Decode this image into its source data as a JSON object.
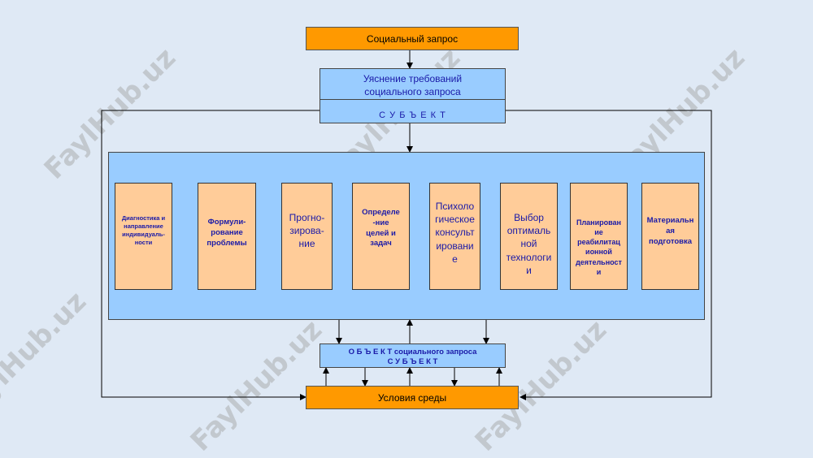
{
  "diagram": {
    "social_request": "Социальный запрос",
    "clarify_line1": "Уяснение требований",
    "clarify_line2": "социального запроса",
    "subject": "С У Б Ъ Е К Т",
    "steps": [
      "Диагностика и направление индивидуаль-ности",
      "Формули-рование проблемы",
      "Прогно-зирова-ние",
      "Определе-ние целей и задач",
      "Психоло гическое консульт ировани е",
      "Выбор оптималь ной технологи и",
      "Планирован ие реабилитац ионной деятельност и",
      "Материальн ая подготовка"
    ],
    "object_line1": "О Б Ъ Е К Т социального запроса",
    "object_line2": "С У Б Ъ Е К Т",
    "conditions": "Условия среды"
  },
  "watermark": "FaylHub.uz"
}
